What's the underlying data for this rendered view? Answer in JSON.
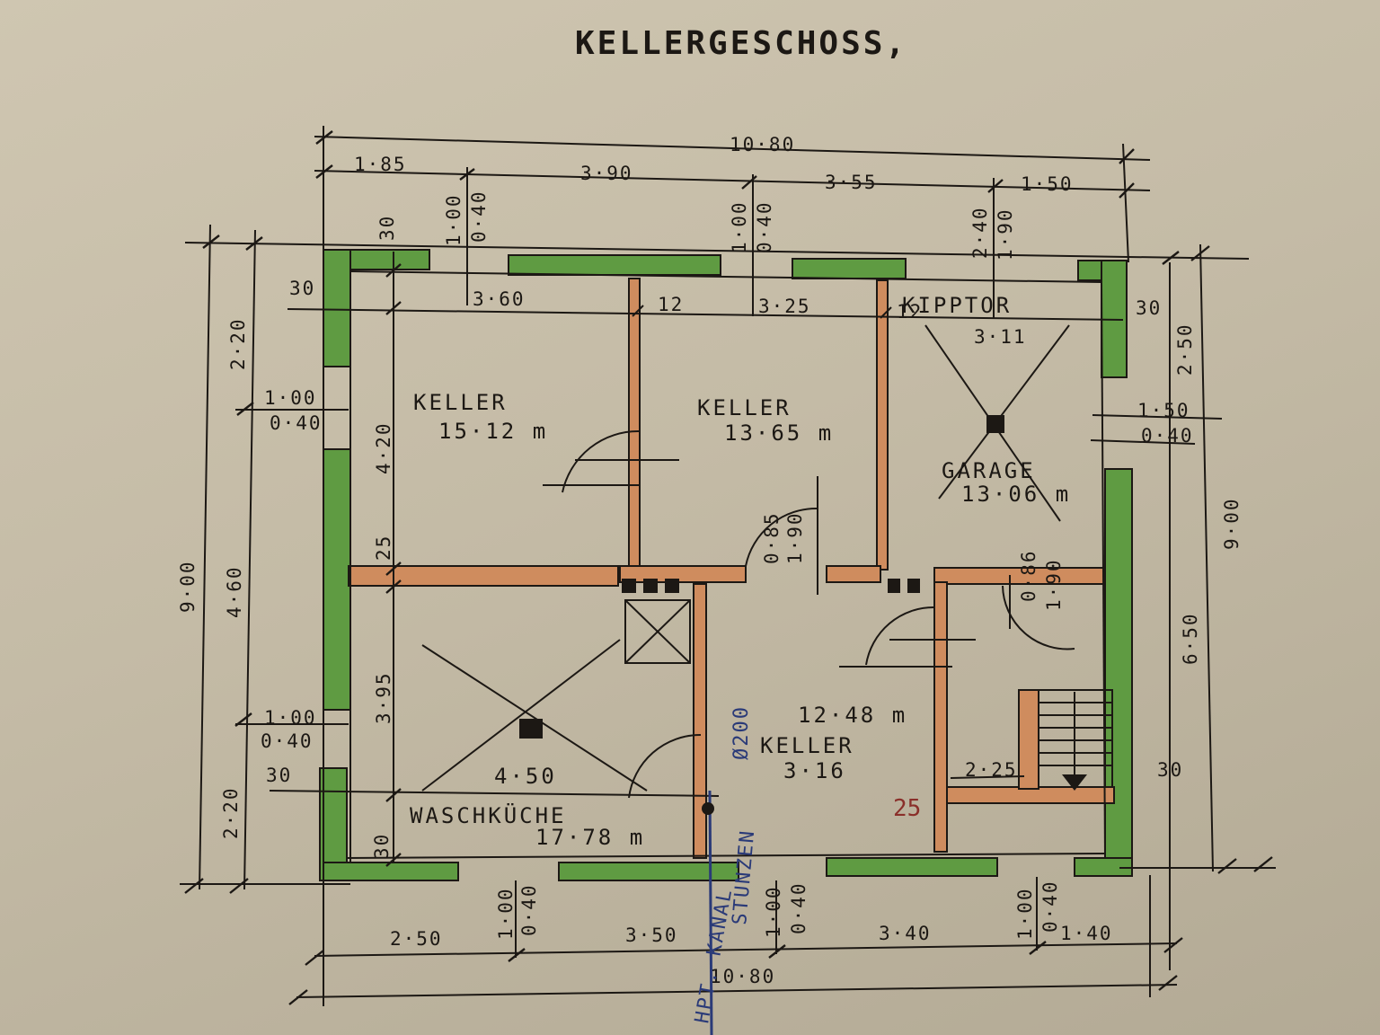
{
  "title": "KELLERGESCHOSS,",
  "top_dims": {
    "overall": "10·80",
    "seg1": "1·85",
    "seg2": "3·90",
    "seg3": "3·55",
    "seg4": "1·50",
    "inner1": "3·60",
    "inner2": "3·25",
    "inner3": "3·11",
    "wall_12a": "12",
    "wall_12b": "12",
    "wall_30_left": "30",
    "wall_30_right": "30",
    "wall_30_top": "30",
    "win1_a": "1·00",
    "win1_b": "0·40",
    "win2_a": "1·00",
    "win2_b": "0·40",
    "win3_a": "2·40",
    "win3_b": "1·90"
  },
  "left_dims": {
    "overall": "9·00",
    "upper": "2·20",
    "middle": "4·60",
    "lower": "2·20",
    "win1_a": "1·00",
    "win1_b": "0·40",
    "win2_a": "1·00",
    "win2_b": "0·40",
    "room1_h": "4·20",
    "wall25": "25",
    "room2_h": "3·95",
    "wall30_a": "30",
    "wall30_b": "30"
  },
  "right_dims": {
    "overall": "9·00",
    "upper": "2·50",
    "lower": "6·50",
    "win_a": "1·50",
    "win_b": "0·40",
    "wall30_a": "30",
    "wall30_b": "30"
  },
  "bottom_dims": {
    "overall": "10·80",
    "seg1": "2·50",
    "seg2": "3·50",
    "seg3": "3·40",
    "seg4": "1·40",
    "win1_a": "1·00",
    "win1_b": "0·40",
    "win2_a": "1·00",
    "win2_b": "0·40",
    "win3_a": "1·00",
    "win3_b": "0·40"
  },
  "rooms": {
    "keller1": {
      "name": "KELLER",
      "area": "15·12 m"
    },
    "keller2": {
      "name": "KELLER",
      "area": "13·65 m"
    },
    "garage": {
      "name": "GARAGE",
      "area": "13·06 m",
      "door": "KIPPTOR"
    },
    "keller3": {
      "name": "KELLER",
      "area": "12·48 m",
      "width": "3·16"
    },
    "waschkueche": {
      "name": "WASCHKÜCHE",
      "area": "17·78 m",
      "width": "4·50"
    }
  },
  "door_dims": {
    "d1_a": "0·85",
    "d1_b": "1·90",
    "d2_a": "0·86",
    "d2_b": "1·90",
    "stair": "2·25",
    "red_mark": "25"
  },
  "annotations": {
    "pipe": "Ø200",
    "canal": "HPT. KANAL",
    "vertical_blue": "STUNZEN"
  }
}
